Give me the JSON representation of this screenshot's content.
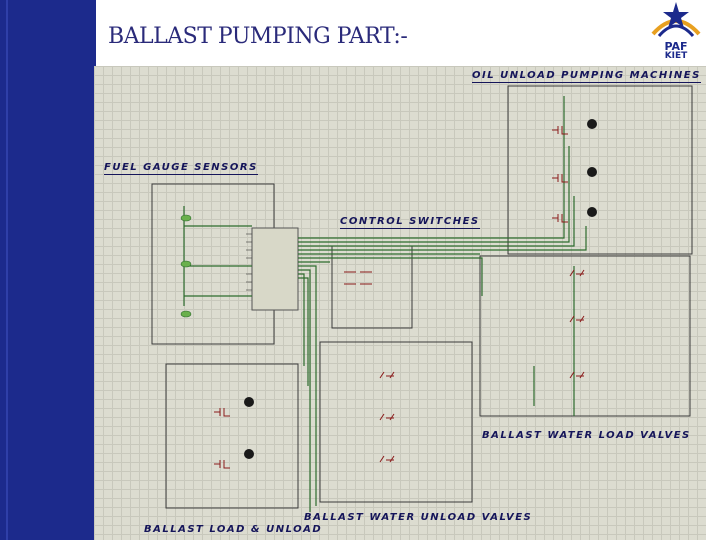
{
  "slide": {
    "title": "BALLAST PUMPING PART:-",
    "logo": {
      "line1": "PAF",
      "line2": "KIET"
    }
  },
  "schematic": {
    "section_labels": {
      "oil_unload": "OIL UNLOAD PUMPING MACHINES",
      "fuel_gauge": "FUEL GAUGE SENSORS",
      "control_switches": "CONTROL SWITCHES",
      "ballast_water_load": "BALLAST WATER LOAD VALVES",
      "ballast_water_unload": "BALLAST WATER UNLOAD VALVES",
      "ballast_load_unload": "BALLAST LOAD & UNLOAD"
    }
  },
  "colors": {
    "band": "#1c2a8c",
    "title": "#2a2a7a",
    "label": "#15155a",
    "wire": "#2d6b2d",
    "component": "#8a1a1a"
  }
}
